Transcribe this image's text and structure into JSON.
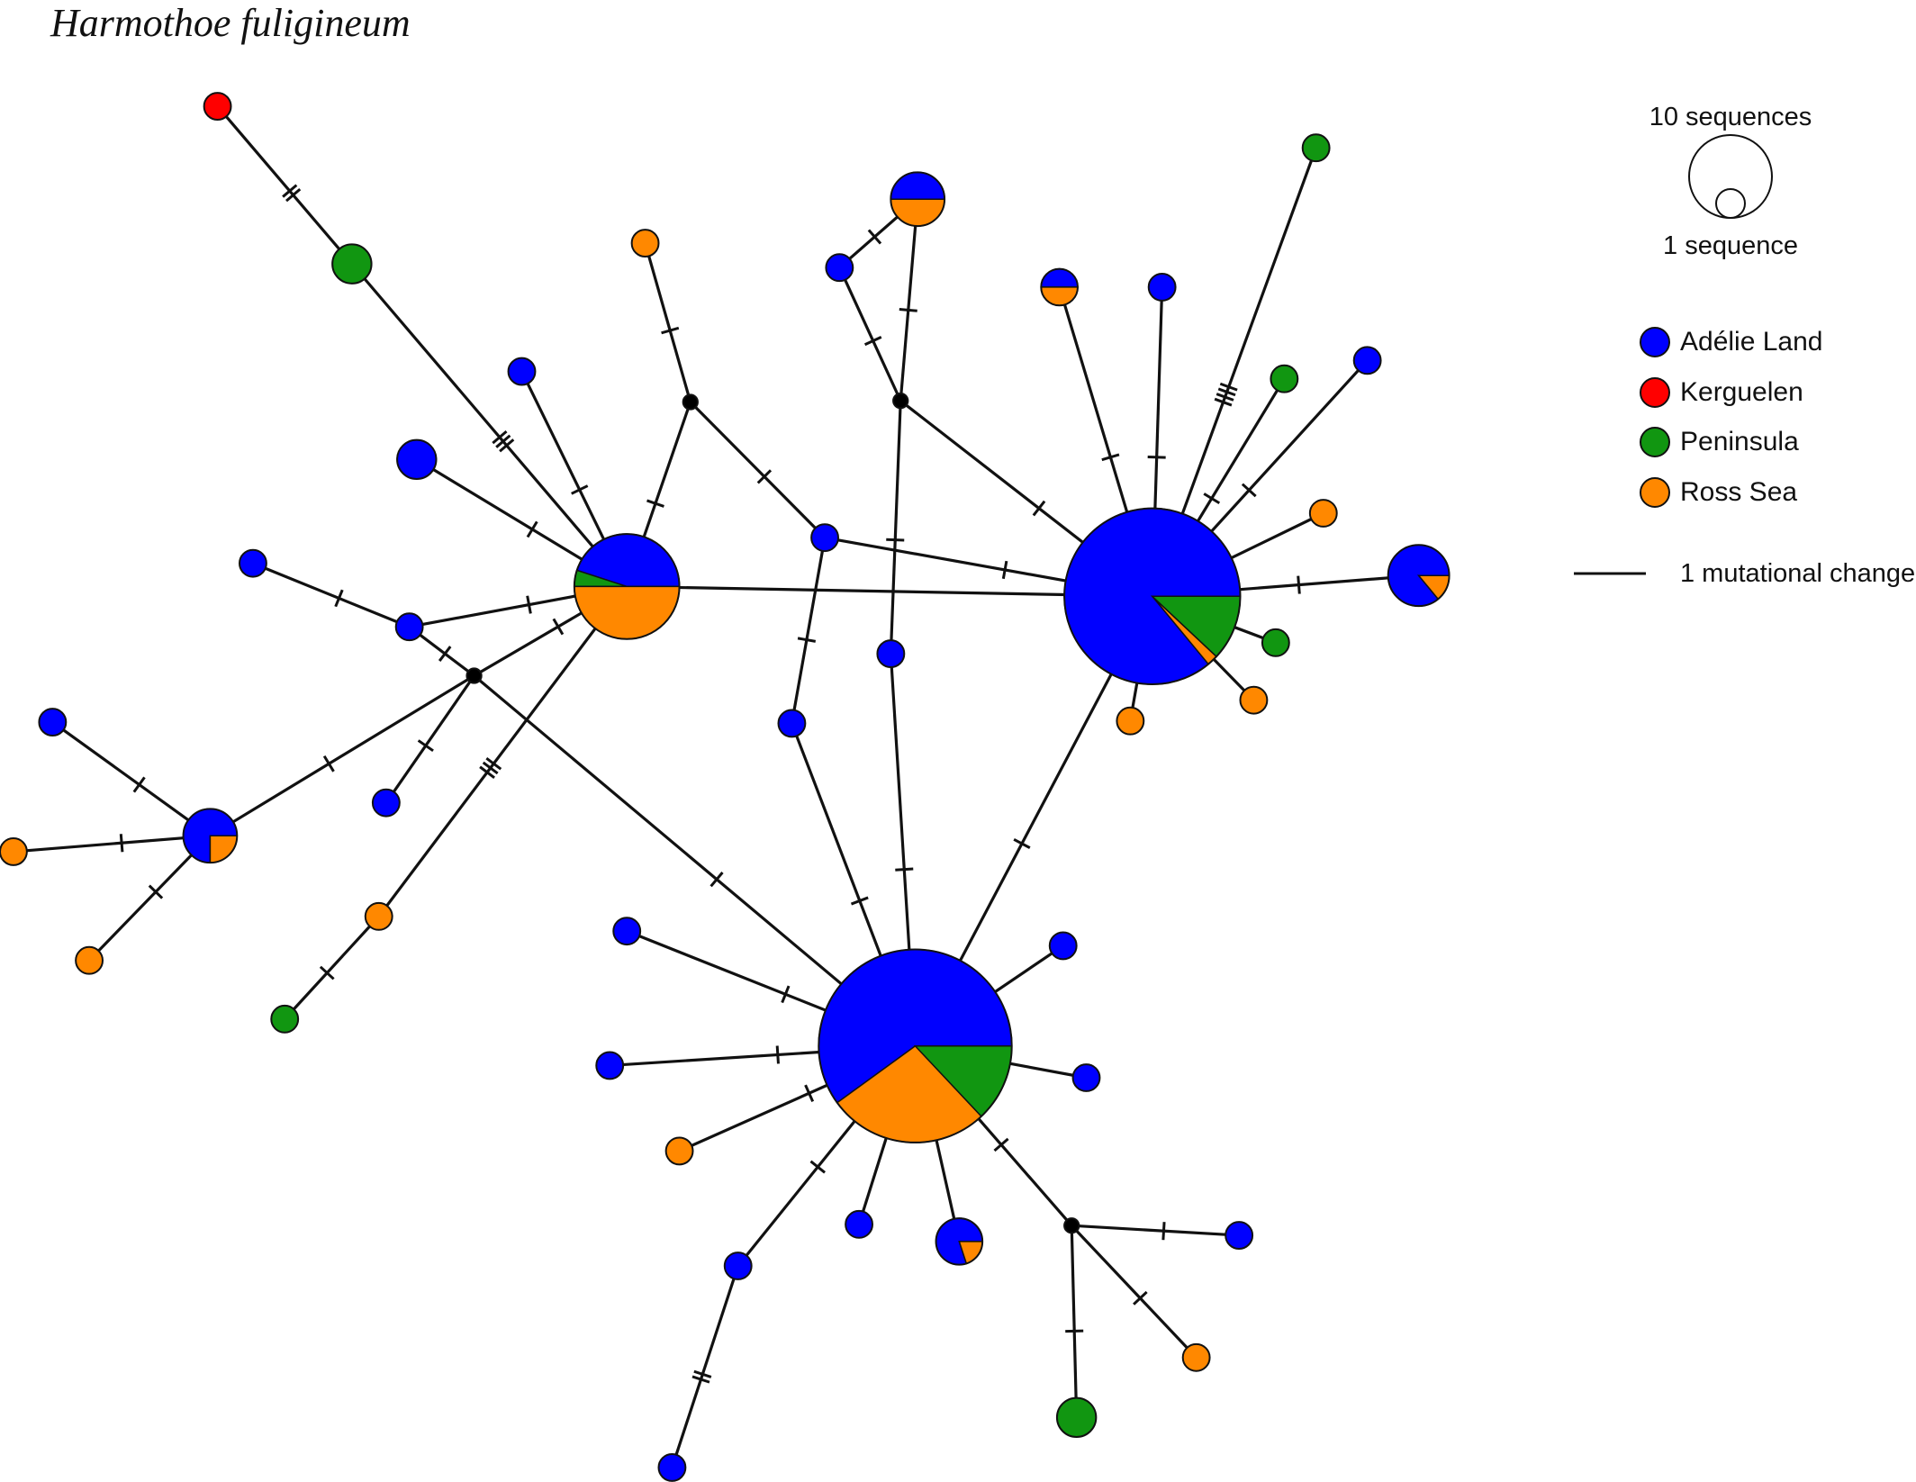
{
  "title": "Harmothoe fuligineum",
  "colors": {
    "adelie_land": "#0000ff",
    "kerguelen": "#ff0000",
    "peninsula": "#119611",
    "ross_sea": "#ff8800",
    "median_vector": "#000000"
  },
  "legend": {
    "size_large_label": "10 sequences",
    "size_small_label": "1 sequence",
    "regions": [
      {
        "label": "Adélie Land",
        "color_key": "adelie_land"
      },
      {
        "label": "Kerguelen",
        "color_key": "kerguelen"
      },
      {
        "label": "Peninsula",
        "color_key": "peninsula"
      },
      {
        "label": "Ross Sea",
        "color_key": "ross_sea"
      }
    ],
    "mutation_label": "1 mutational change"
  }
}
